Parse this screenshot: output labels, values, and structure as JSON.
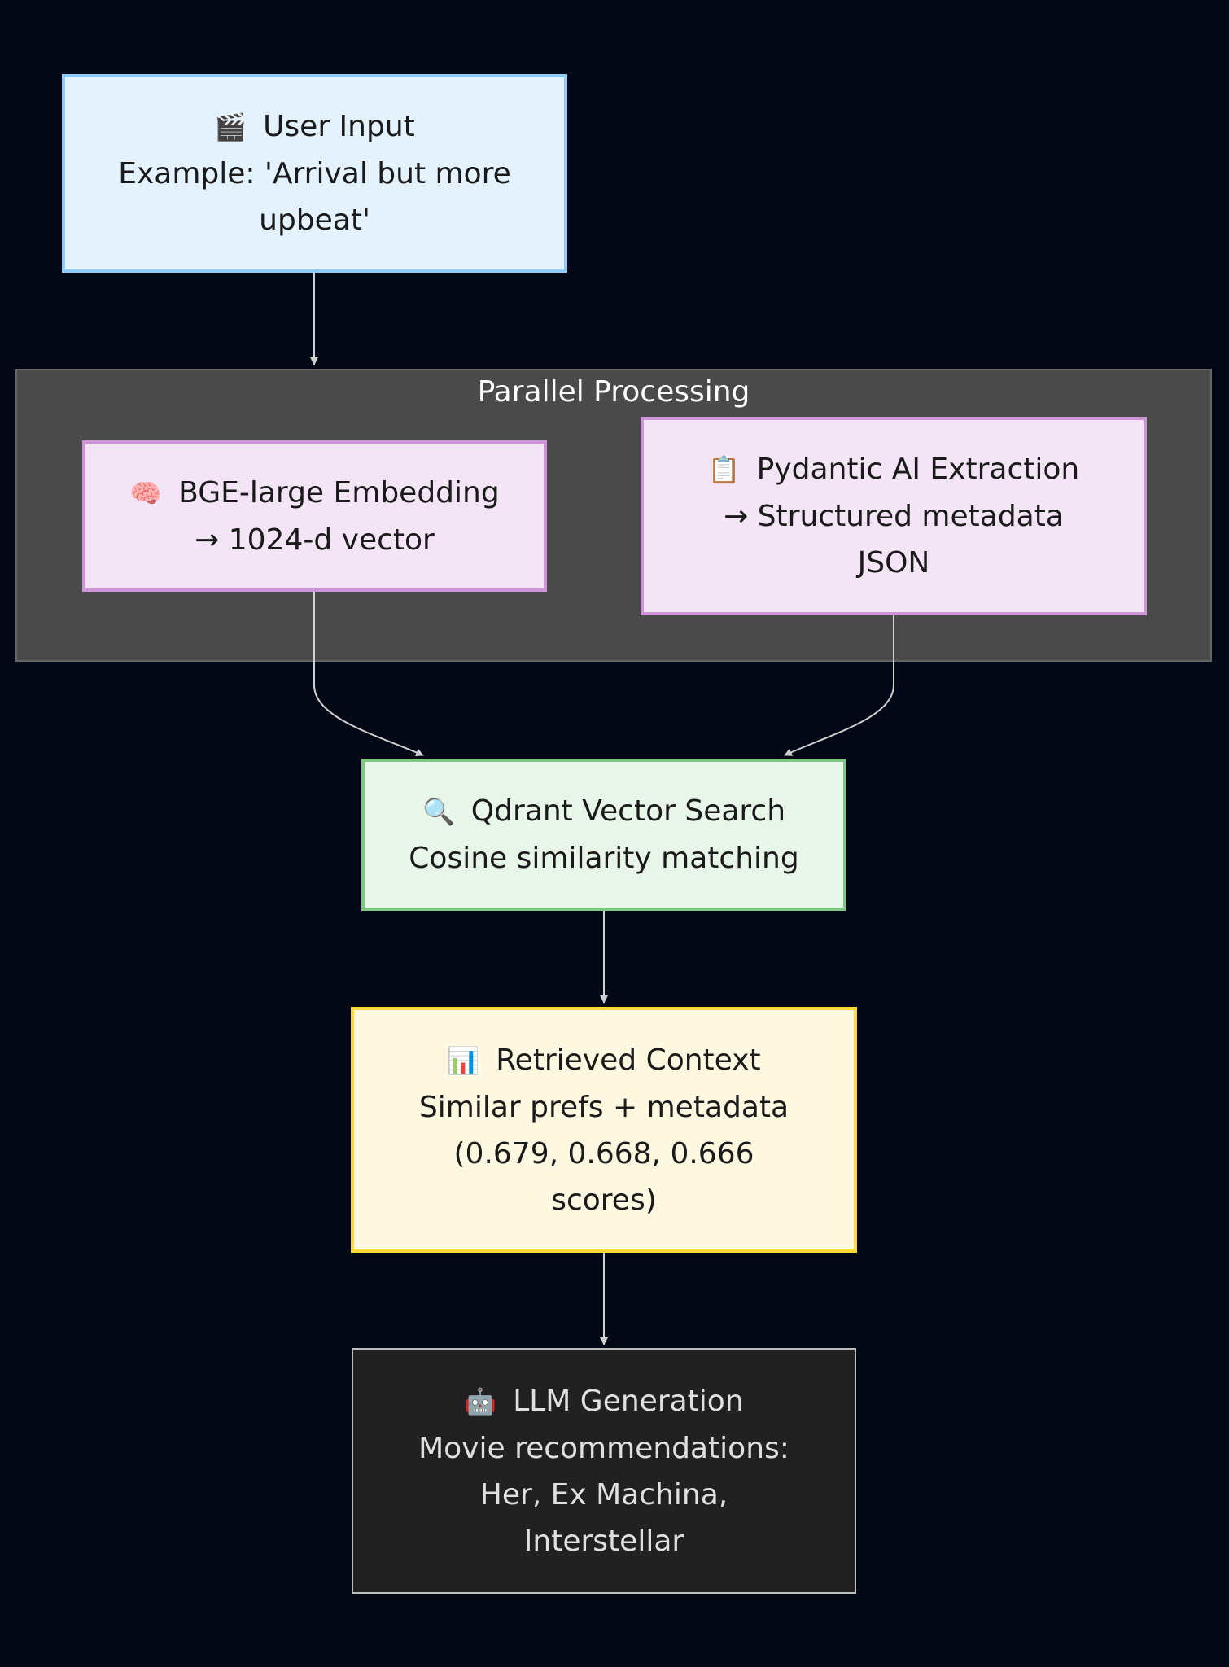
{
  "cluster": {
    "title": "Parallel Processing"
  },
  "nodes": {
    "user_input": {
      "icon": "clapper-board-icon",
      "emoji": "🎬",
      "lines": [
        "User Input",
        "Example: 'Arrival but more",
        "upbeat'"
      ]
    },
    "bge": {
      "icon": "brain-icon",
      "emoji": "🧠",
      "lines": [
        "BGE-large Embedding",
        "→ 1024-d vector"
      ]
    },
    "pydantic": {
      "icon": "clipboard-icon",
      "emoji": "📋",
      "lines": [
        "Pydantic AI Extraction",
        "→ Structured metadata",
        "JSON"
      ]
    },
    "qdrant": {
      "icon": "magnifying-glass-icon",
      "emoji": "🔍",
      "lines": [
        "Qdrant Vector Search",
        "Cosine similarity matching"
      ]
    },
    "retrieved": {
      "icon": "bar-chart-icon",
      "emoji": "📊",
      "lines": [
        "Retrieved Context",
        "Similar prefs + metadata",
        "(0.679, 0.668, 0.666",
        "scores)"
      ]
    },
    "llm": {
      "icon": "robot-icon",
      "emoji": "🤖",
      "lines": [
        "LLM Generation",
        "Movie recommendations:",
        "Her, Ex Machina,",
        "Interstellar"
      ]
    }
  },
  "colors": {
    "background": "#030816",
    "edge": "#d0d0d0",
    "cluster_fill": "#4a4a4a",
    "user_input_fill": "#e3f2fd",
    "user_input_border": "#90caf9",
    "processing_fill": "#f3e5f5",
    "processing_border": "#ce93d8",
    "search_fill": "#e8f5e9",
    "search_border": "#81c784",
    "context_fill": "#fff8e1",
    "context_border": "#fdd835",
    "llm_fill": "#212121",
    "llm_border": "#bdbdbd"
  }
}
